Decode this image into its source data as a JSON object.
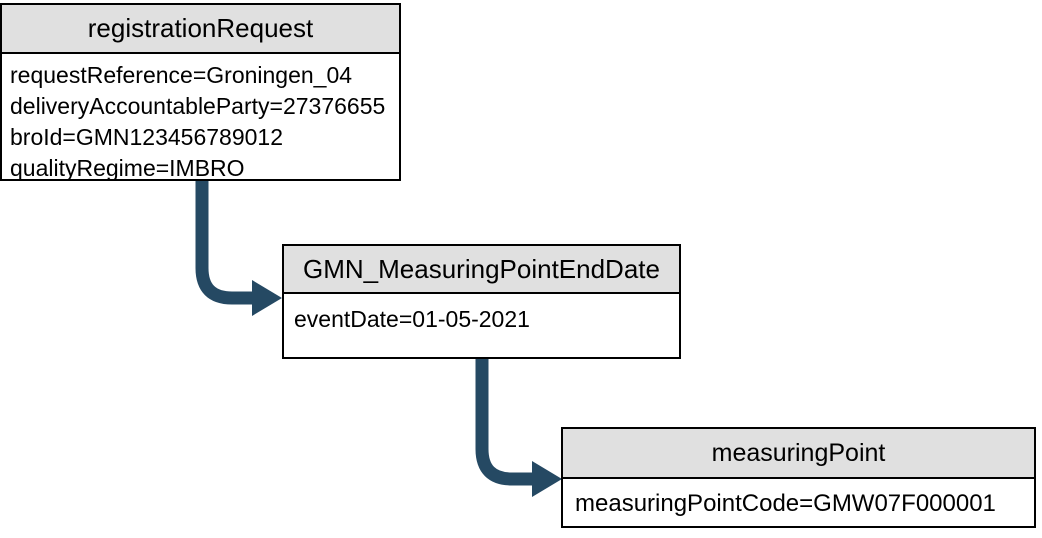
{
  "diagram": {
    "colors": {
      "background": "#ffffff",
      "node_border": "#000000",
      "header_fill": "#e0e0e0",
      "text": "#000000",
      "arrow": "#254963"
    },
    "nodes": [
      {
        "title": "registrationRequest",
        "attributes": [
          "requestReference=Groningen_04",
          "deliveryAccountableParty=27376655",
          "broId=GMN123456789012",
          "qualityRegime=IMBRO"
        ]
      },
      {
        "title": "GMN_MeasuringPointEndDate",
        "attributes": [
          "eventDate=01-05-2021"
        ]
      },
      {
        "title": "measuringPoint",
        "attributes": [
          "measuringPointCode=GMW07F000001"
        ]
      }
    ],
    "connections": [
      {
        "from": "registrationRequest",
        "to": "GMN_MeasuringPointEndDate"
      },
      {
        "from": "GMN_MeasuringPointEndDate",
        "to": "measuringPoint"
      }
    ]
  }
}
